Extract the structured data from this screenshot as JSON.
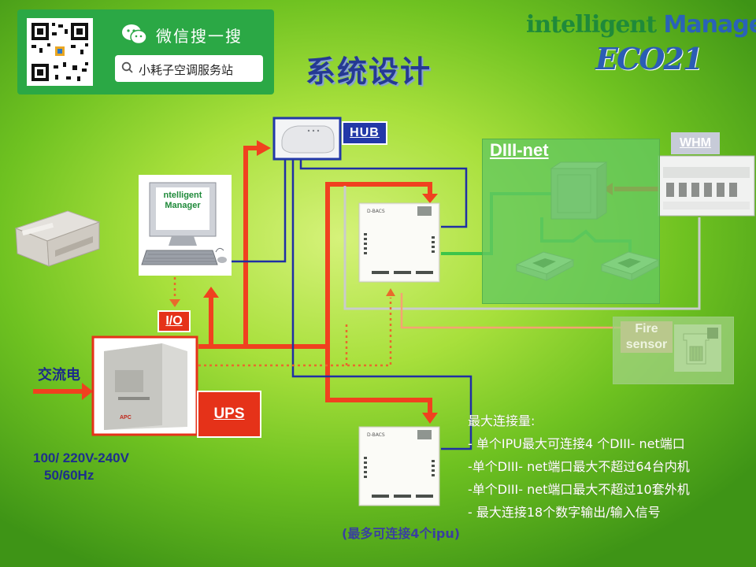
{
  "wechat": {
    "title": "微信搜一搜",
    "search_text": "小耗子空调服务站"
  },
  "title": "系统设计",
  "brand": {
    "name_first": "ntelligent",
    "name_second": "Manager",
    "eco": "ECO21"
  },
  "labels": {
    "hub": "HUB",
    "io": "I/O",
    "ups": "UPS",
    "diii_net": "DIII-net",
    "whm": "WHM",
    "fire_sensor": "Fire sensor",
    "monitor_brand": "ntelligent Manager",
    "ac_power": "交流电",
    "voltage": "100/ 220V-240V",
    "frequency": "50/60Hz",
    "ipu_note": "(最多可连接4个ipu)"
  },
  "notes": [
    "最大连接量:",
    "- 单个IPU最大可连接4 个DIII- net端口",
    "-单个DIII- net端口最大不超过64台内机",
    "-单个DIII- net端口最大不超过10套外机",
    "- 最大连接18个数字输出/输入信号"
  ],
  "colors": {
    "power_line": "#f0411f",
    "network_line": "#1f2fa5",
    "diii_line": "#3cc44a",
    "io_line": "#e86a2c",
    "fire_line": "#f5a372"
  }
}
